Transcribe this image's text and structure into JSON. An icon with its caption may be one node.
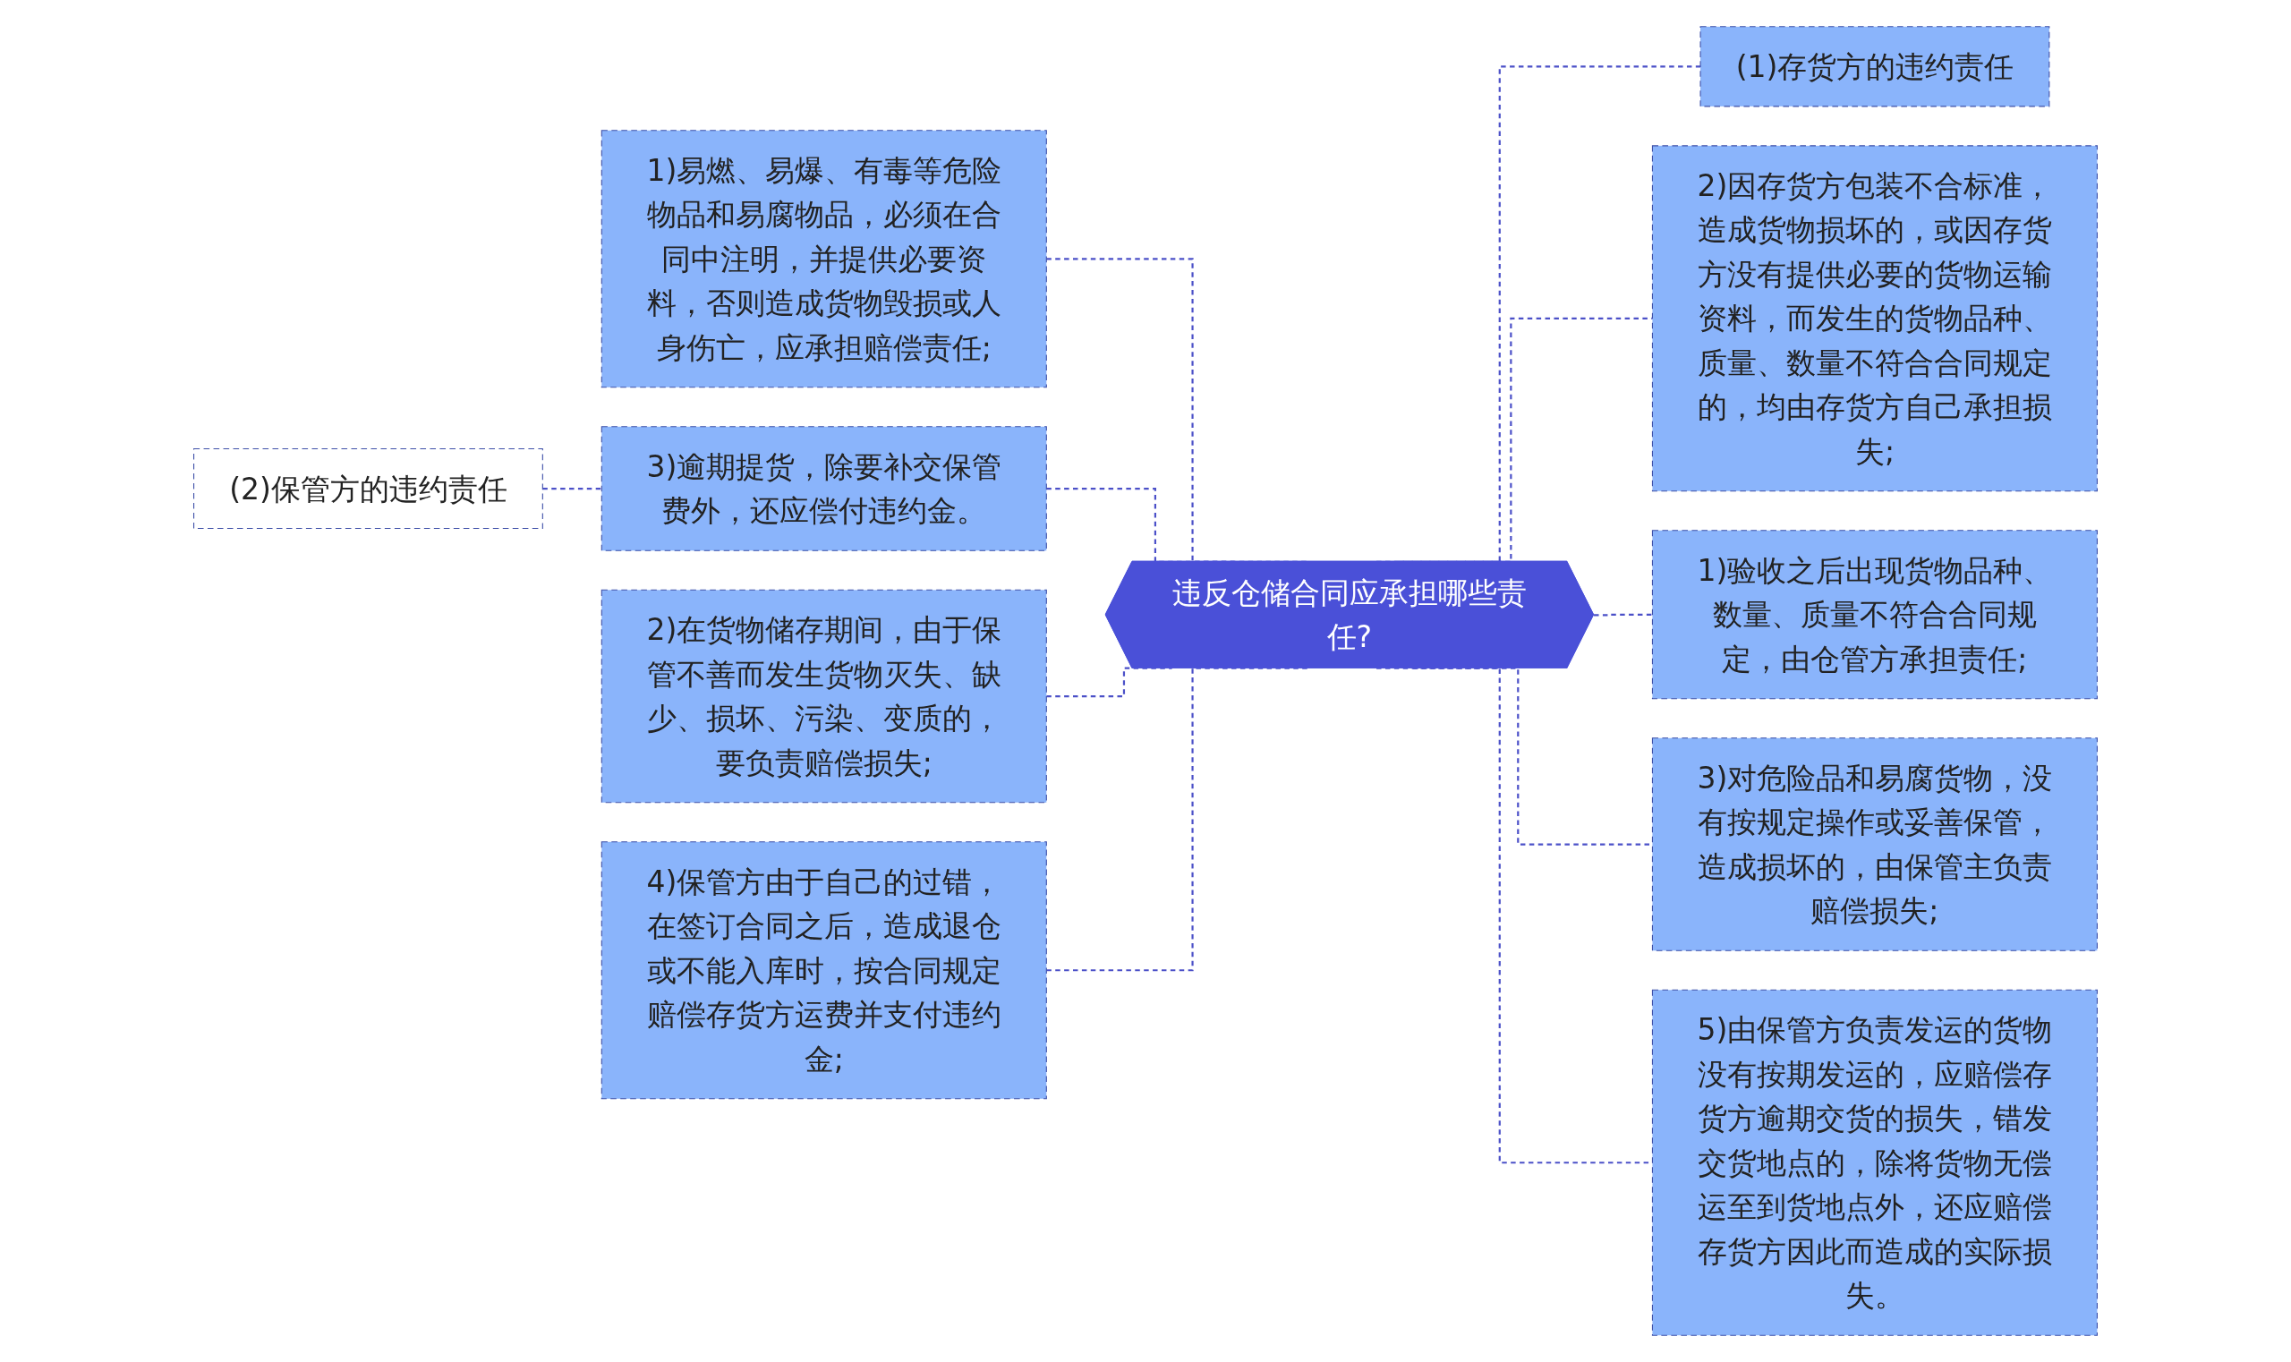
{
  "diagram": {
    "nodes": [
      {
        "text": [
          "违反仓储合同应承担哪些责任?"
        ]
      },
      {
        "text": [
          "(2)保管方的违约责任"
        ]
      },
      {
        "text": [
          "1)易燃、易爆、有毒等危险物品和易腐物品，必须在合同中注明，并提供必要资料，否则造成货物毁损或人身伤亡，应承担赔偿责任;"
        ]
      },
      {
        "text": [
          "3)逾期提货，除要补交保管费外，还应偿付违约金。"
        ]
      },
      {
        "text": [
          "2)在货物储存期间，由于保管不善而发生货物灭失、缺少、损坏、污染、变质的，要负责赔偿损失;"
        ]
      },
      {
        "text": [
          "4)保管方由于自己的过错，在签订合同之后，造成退仓或不能入库时，按合同规定赔偿存货方运费并支付违约金;"
        ]
      },
      {
        "text": [
          "(1)存货方的违约责任"
        ]
      },
      {
        "text": [
          "2)因存货方包装不合标准，造成货物损坏的，或因存货方没有提供必要的货物运输资料，而发生的货物品种、质量、数量不符合合同规定的，均由存货方自己承担损失;"
        ]
      },
      {
        "text": [
          "1)验收之后出现货物品种、数量、质量不符合合同规定，由仓管方承担责任;"
        ]
      },
      {
        "text": [
          "3)对危险品和易腐货物，没有按规定操作或妥善保管，造成损坏的，由保管主负责赔偿损失;"
        ]
      },
      {
        "text": [
          "5)由保管方负责发运的货物没有按期发运的，应赔偿存货方逾期交货的损失，错发交货地点的，除将货物无偿运至到货地点外，还应赔偿存货方因此而造成的实际损失。"
        ]
      }
    ],
    "edges": [
      {
        "from": 1,
        "to": 3,
        "arrow": "none",
        "style": "dashed"
      },
      {
        "from": 2,
        "to": 0,
        "arrow": "none",
        "style": "dashed"
      },
      {
        "from": 3,
        "to": 0,
        "arrow": "none",
        "style": "dashed"
      },
      {
        "from": 4,
        "to": 0,
        "arrow": "none",
        "style": "dashed"
      },
      {
        "from": 5,
        "to": 0,
        "arrow": "none",
        "style": "dashed"
      },
      {
        "from": 0,
        "to": 6,
        "arrow": "none",
        "style": "dashed"
      },
      {
        "from": 0,
        "to": 7,
        "arrow": "none",
        "style": "dashed"
      },
      {
        "from": 0,
        "to": 8,
        "arrow": "none",
        "style": "dashed"
      },
      {
        "from": 0,
        "to": 9,
        "arrow": "none",
        "style": "dashed"
      },
      {
        "from": 0,
        "to": 10,
        "arrow": "none",
        "style": "dashed"
      }
    ]
  }
}
